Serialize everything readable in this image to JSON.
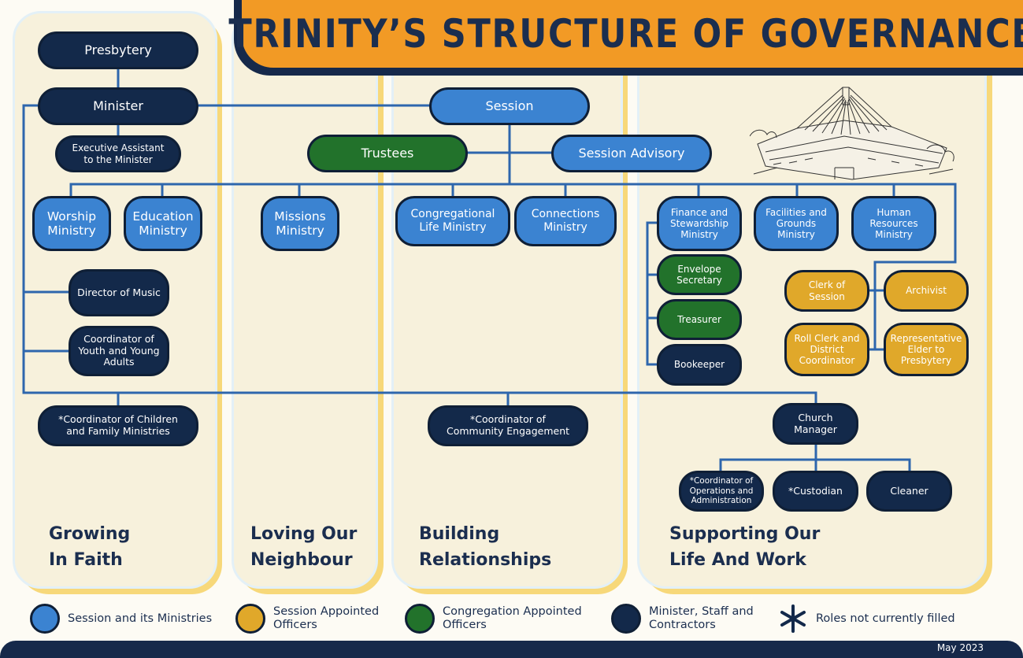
{
  "title": "TRINITY’S STRUCTURE OF GOVERNANCE",
  "columns": [
    {
      "label": "Growing\nIn Faith"
    },
    {
      "label": "Loving Our\nNeighbour"
    },
    {
      "label": "Building\nRelationships"
    },
    {
      "label": "Supporting Our\nLife And Work"
    }
  ],
  "nodes": {
    "presbytery": "Presbytery",
    "minister": "Minister",
    "executive_assistant": "Executive Assistant\nto the Minister",
    "session": "Session",
    "trustees": "Trustees",
    "session_advisory": "Session Advisory",
    "worship_ministry": "Worship\nMinistry",
    "education_ministry": "Education\nMinistry",
    "missions_ministry": "Missions\nMinistry",
    "congregational_life_ministry": "Congregational\nLife Ministry",
    "connections_ministry": "Connections\nMinistry",
    "finance_ministry": "Finance and\nStewardship\nMinistry",
    "facilities_ministry": "Facilities and\nGrounds\nMinistry",
    "hr_ministry": "Human\nResources\nMinistry",
    "envelope_secretary": "Envelope\nSecretary",
    "treasurer": "Treasurer",
    "bookkeeper": "Bookeeper",
    "clerk_of_session": "Clerk of\nSession",
    "archivist": "Archivist",
    "roll_clerk": "Roll Clerk and\nDistrict\nCoordinator",
    "representative_elder": "Representative\nElder to\nPresbytery",
    "director_of_music": "Director of Music",
    "coordinator_youth": "Coordinator of\nYouth and Young\nAdults",
    "coordinator_children": "*Coordinator of Children\nand Family Ministries",
    "coordinator_community": "*Coordinator of\nCommunity Engagement",
    "church_manager": "Church\nManager",
    "coordinator_operations": "*Coordinator of\nOperations and\nAdministration",
    "custodian": "*Custodian",
    "cleaner": "Cleaner"
  },
  "legend": [
    {
      "label": "Session and its Ministries",
      "color": "#3b83d1"
    },
    {
      "label": "Session Appointed\nOfficers",
      "color": "#e0a82a"
    },
    {
      "label": "Congregation Appointed\nOfficers",
      "color": "#22722b"
    },
    {
      "label": "Minister, Staff and\nContractors",
      "color": "#13294a"
    },
    {
      "label": "Roles not currently filled",
      "icon": "asterisk-icon"
    }
  ],
  "footer_date": "May 2023"
}
